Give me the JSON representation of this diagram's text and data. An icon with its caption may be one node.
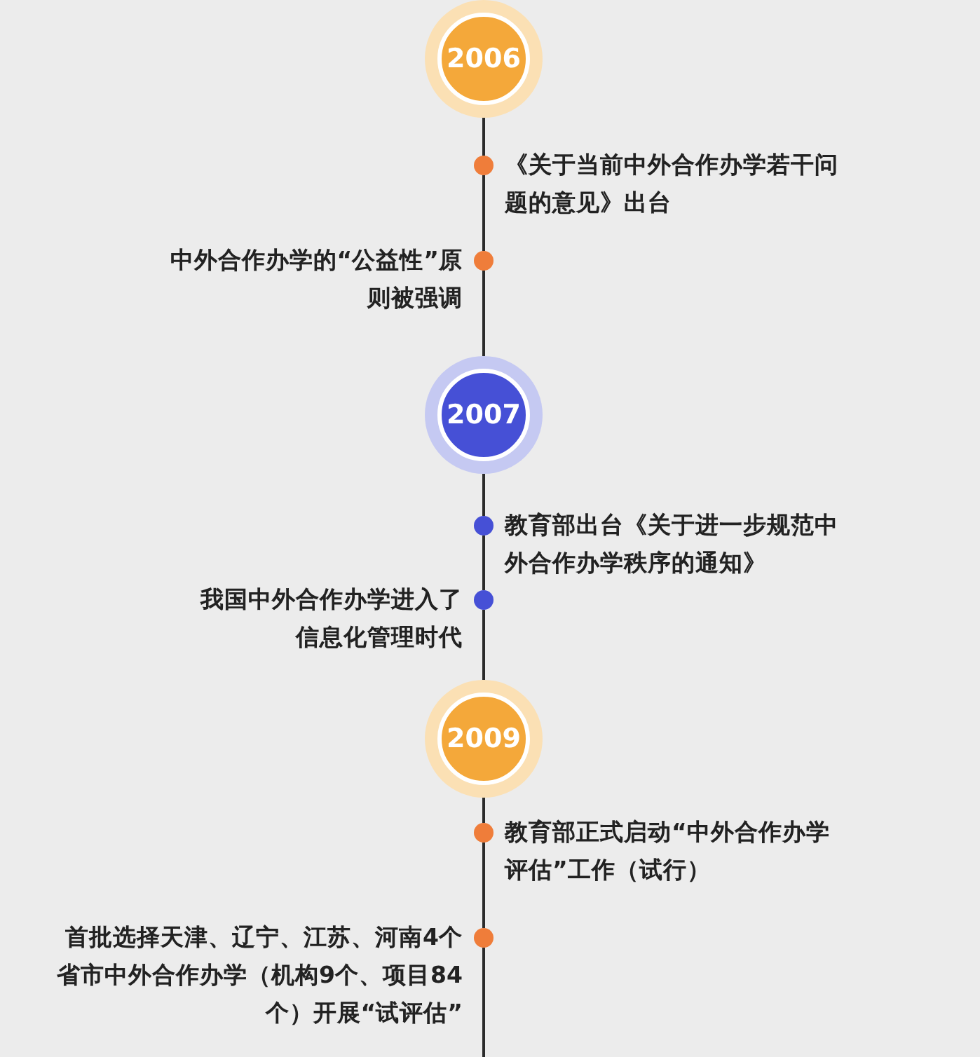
{
  "diagram": {
    "nodes": [
      {
        "text": [
          "2006"
        ]
      },
      {
        "text": [],
        "shape": "circle",
        "beside": [
          "《关于当前中外合作办学若干问题的意见》出台"
        ]
      },
      {
        "text": [],
        "shape": "circle",
        "beside": [
          "中外合作办学的“公益性”原则被强调"
        ]
      },
      {
        "text": [
          "2007"
        ]
      },
      {
        "text": [],
        "shape": "circle",
        "beside": [
          "教育部出台《关于进一步规范中外合作办学秩序的通知》"
        ]
      },
      {
        "text": [],
        "shape": "circle",
        "beside": [
          "我国中外合作办学进入了信息化管理时代"
        ]
      },
      {
        "text": [
          "2009"
        ]
      },
      {
        "text": [],
        "shape": "circle",
        "beside": [
          "教育部正式启动“中外合作办学评估”工作（试行）"
        ]
      },
      {
        "text": [],
        "shape": "circle",
        "beside": [
          "首批选择天津、辽宁、江苏、河南4个省市中外合作办学（机构9个、项目84个）开展“试评估”"
        ]
      }
    ],
    "edges": [
      {
        "from": 0,
        "to": 1,
        "arrow": "none"
      },
      {
        "from": 1,
        "to": 2,
        "arrow": "none"
      },
      {
        "from": 2,
        "to": 3,
        "arrow": "none"
      },
      {
        "from": 3,
        "to": 4,
        "arrow": "none"
      },
      {
        "from": 4,
        "to": 5,
        "arrow": "none"
      },
      {
        "from": 5,
        "to": 6,
        "arrow": "none"
      },
      {
        "from": 6,
        "to": 7,
        "arrow": "none"
      },
      {
        "from": 7,
        "to": 8,
        "arrow": "none"
      },
      {
        "from": 8,
        "to": null,
        "arrow": "none"
      }
    ]
  }
}
